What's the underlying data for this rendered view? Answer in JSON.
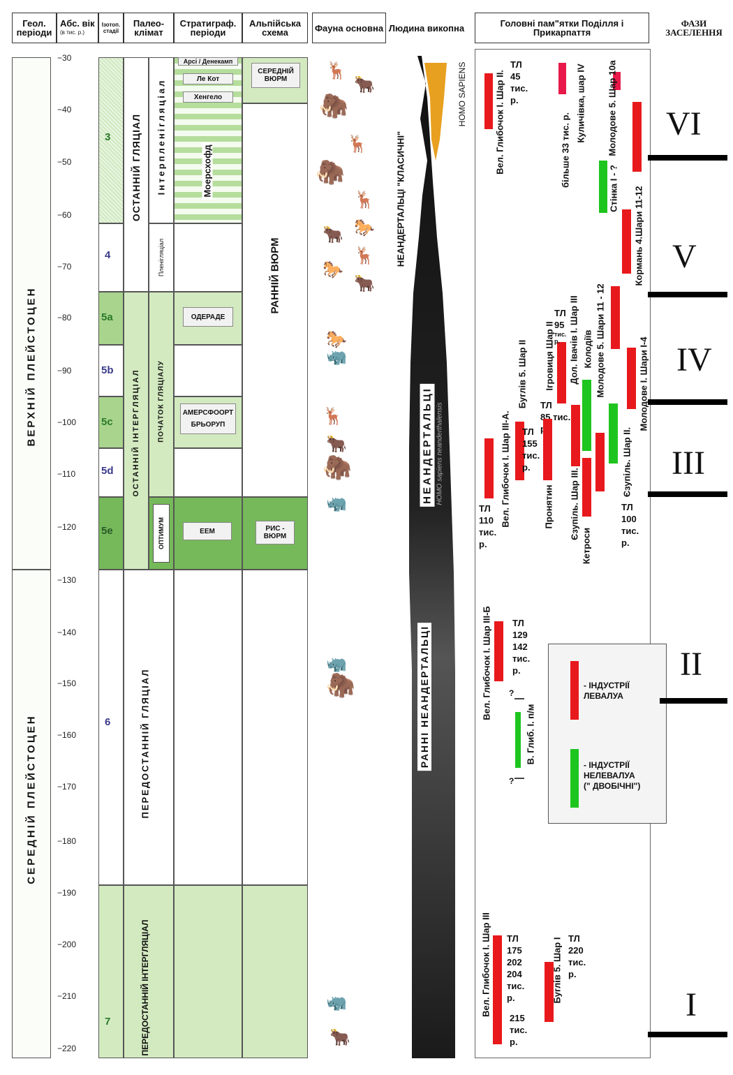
{
  "headers": {
    "geo": "Геол. періоди",
    "abs": "Абс. вік",
    "abs_sub": "(в тис. р.)",
    "iso": "Ізотоп. стадії",
    "paleo": "Палео- клімат",
    "strat": "Стратиграф. періоди",
    "alps": "Альпійська схема",
    "fauna": "Фауна основна",
    "human": "Людина викопна",
    "sites": "Головні пам\"ятки Поділля і Прикарпаття",
    "phases": "ФАЗИ ЗАСЕЛЕННЯ"
  },
  "ticks": [
    "−30",
    "−40",
    "−50",
    "−60",
    "−70",
    "−80",
    "−90",
    "−100",
    "−110",
    "−120",
    "−130",
    "−140",
    "−150",
    "−160",
    "−170",
    "−180",
    "−190",
    "−200",
    "−210",
    "−220"
  ],
  "geo_periods": {
    "upper": "ВЕРХНІЙ  ПЛЕЙСТОЦЕН",
    "middle": "СЕРЕДНІЙ  ПЛЕЙСТОЦЕН"
  },
  "isotope_stages": [
    "3",
    "4",
    "5a",
    "5b",
    "5c",
    "5d",
    "5e",
    "6",
    "7"
  ],
  "paleo": {
    "last_glacial": "ОСТАННІЙ  ГЛЯЦІАЛ",
    "interpleniglacial": "Інтерпленігляціал",
    "pleniglacial": "Пленігляціал",
    "last_interglacial": "ОСТАННІЙ ІНТЕРГЛЯЦІАЛ",
    "glacial_start": "ПОЧАТОК ГЛЯЦІАЛУ",
    "optimum": "ОПТИМУМ",
    "penult_glacial": "ПЕРЕДОСТАННІЙ  ГЛЯЦІАЛ",
    "penult_interglacial": "ПЕРЕДОСТАННІЙ ІНТЕРГЛЯЦІАЛ"
  },
  "strat": {
    "arsi": "Арсі / Денекамп",
    "le_kot": "Ле Кот",
    "hengelo": "Хенгело",
    "moershoofd": "Моерсхофд",
    "oderade": "ОДЕРАДЕ",
    "amersfoort": "АМЕРСФООРТ",
    "brorup": "БРЬОРУП",
    "eem": "ЕЕМ"
  },
  "alps": {
    "mid_wurm": "СЕРЕДНІЙ ВЮРМ",
    "early_wurm": "РАННІЙ   ВЮРМ",
    "riss_wurm": "РИС - ВЮРМ"
  },
  "human": {
    "classic": "НЕАНДЕРТАЛЬЦІ \"КЛАСИЧНІ\"",
    "sapiens": "HOMO SAPIENS",
    "neanderthals": "НЕАНДЕРТАЛЬЦІ",
    "latin": "HOMO  sapiens  neanderthalensis",
    "early": "РАННІ  НЕАНДЕРТАЛЬЦІ"
  },
  "sites": {
    "glyb2": "Вел. Глибочок I. Шар II.",
    "tl45": "ТЛ\n45\nтис.\nр.",
    "more33": "більше 33 тис. р.",
    "kulychivka": "Куличівка, шар IV",
    "molodove5_10a": "Молодове 5. Шар 10а",
    "stinka": "Стінка I - ?",
    "kormani": "Кормань 4.Шари 11-12",
    "molodove5_11": "Молодове 5. Шари 11 - 12",
    "molodove1": "Молодове I. Шари I-4",
    "ihrovytsia": "Ігровиця Шар II",
    "tl95": "ТЛ\n95",
    "tl95b": "тис.\nр.",
    "ivachiv": "Дол. Івачів I. Шар III",
    "kolodiiv": "Колодіїв",
    "tl85": "ТЛ\n85 тис.\nр.",
    "buhliv5_2": "Буглів 5. Шар II",
    "tl155": "ТЛ\n155\nтис.\nр.",
    "glyb3a": "Вел. Глибочок I. Шар III-А.",
    "tl110": "ТЛ\n110\nтис.\nр.",
    "pronyatyn": "Пронятин",
    "yezupil3": "Єзупіль. Шар III.",
    "ketrosy": "Кетроси",
    "yezupil2": "Єзупіль. Шар II.",
    "tl100": "ТЛ\n100\nтис.\nр.",
    "glyb3b": "Вел. Глибочок I. Шар III-Б",
    "tl129": "ТЛ\n129\n142\nтис.\nр.",
    "vglyb": "В. Глиб. I. п/м",
    "glyb3": "Вел. Глибочок I. Шар III",
    "tl175": "ТЛ\n175\n202\n204\nтис.\nр.",
    "tl215": "215\nтис.\nр.",
    "buhliv5_1": "Буглів 5. Шар I",
    "tl220": "ТЛ\n220\nтис.\nр."
  },
  "legend": {
    "levallois": "- ІНДУСТРІЇ\nЛЕВАЛУА",
    "nonlevallois": "- ІНДУСТРІЇ\nНЕЛЕВАЛУА\n(\" ДВОБІЧНІ\")"
  },
  "phases": [
    "VI",
    "V",
    "IV",
    "III",
    "II",
    "I"
  ],
  "colors": {
    "levallois": "#e8191c",
    "nonlevallois": "#1fc51f",
    "light_green": "#d3eac0",
    "mid_green": "#a9d48e",
    "dark_green": "#76b95a"
  }
}
